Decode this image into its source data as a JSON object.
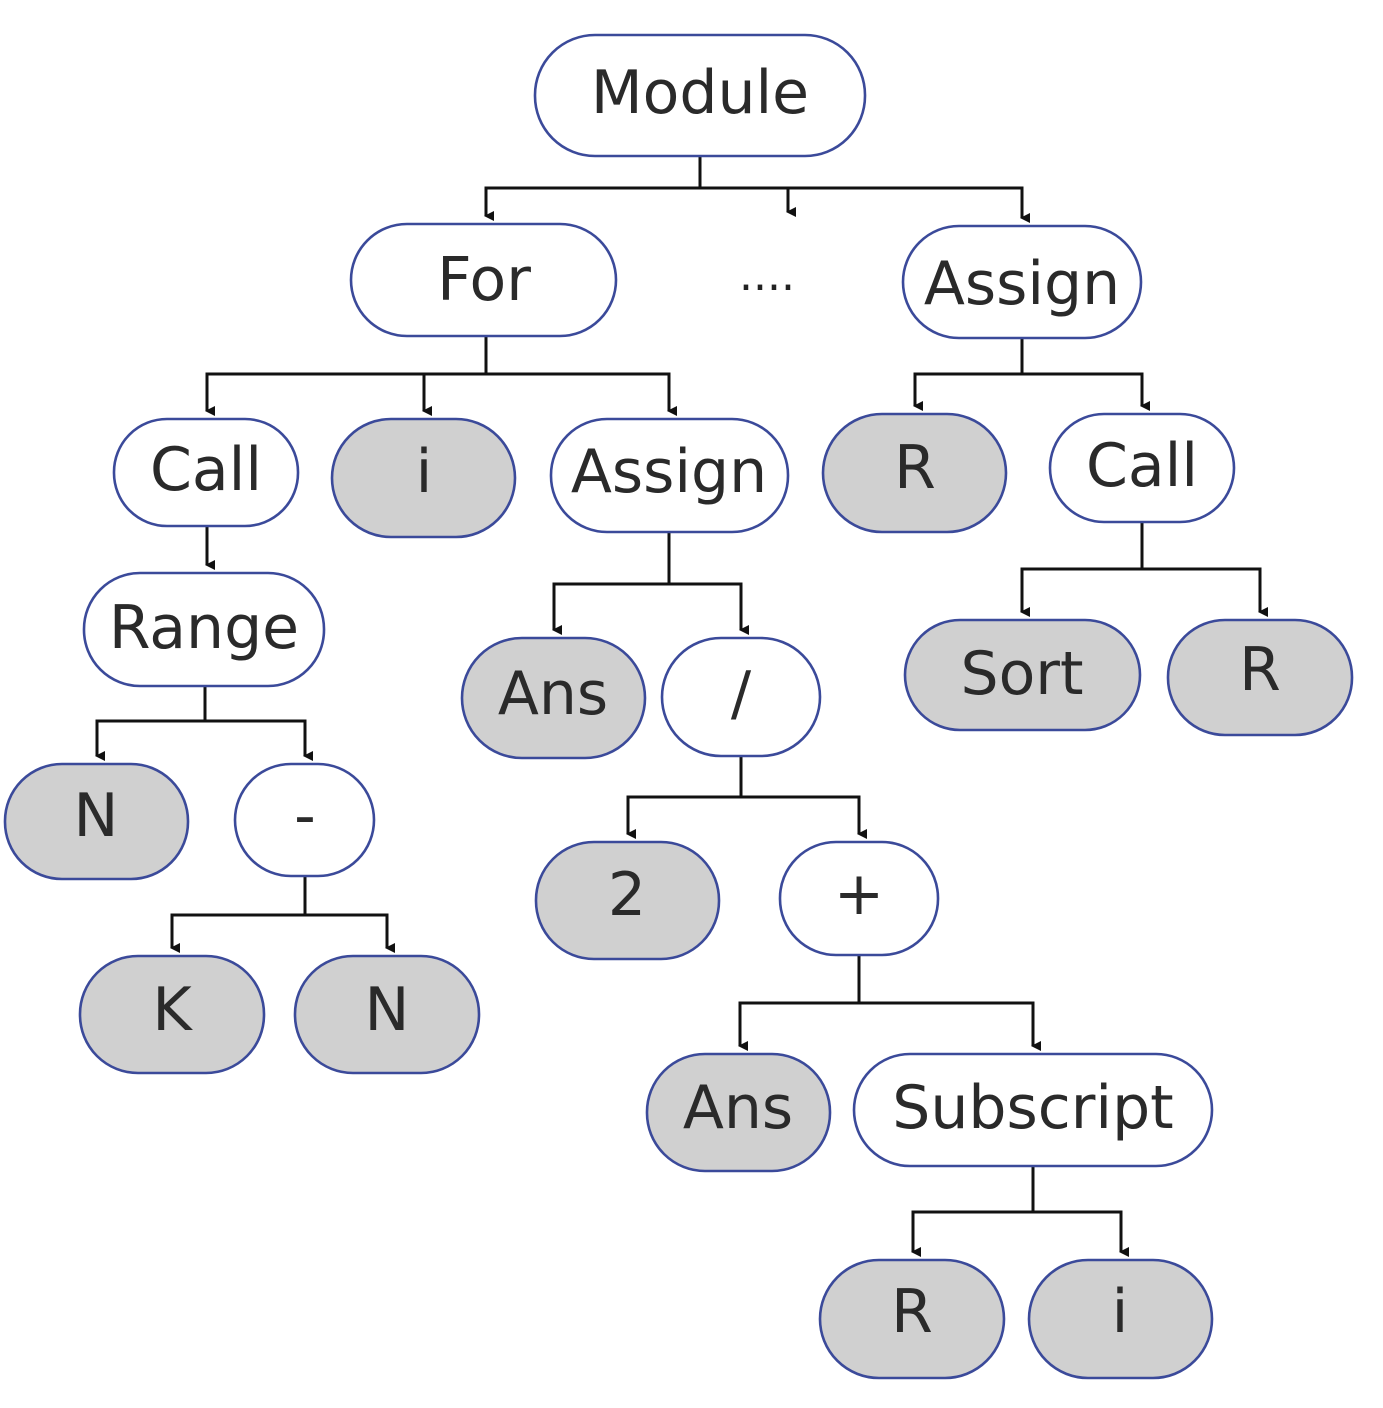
{
  "colors": {
    "leaf_fill": "#d0d0d0",
    "inner_fill": "#ffffff",
    "border": "#3b4a9a",
    "edge": "#111111"
  },
  "ellipsis": "....",
  "nodes": {
    "module": {
      "label": "Module",
      "kind": "inner"
    },
    "for": {
      "label": "For",
      "kind": "inner"
    },
    "assign_top": {
      "label": "Assign",
      "kind": "inner"
    },
    "call_range": {
      "label": "Call",
      "kind": "inner"
    },
    "i_loop": {
      "label": "i",
      "kind": "leaf"
    },
    "assign_inner": {
      "label": "Assign",
      "kind": "inner"
    },
    "r_target": {
      "label": "R",
      "kind": "leaf"
    },
    "call_sort": {
      "label": "Call",
      "kind": "inner"
    },
    "range": {
      "label": "Range",
      "kind": "inner"
    },
    "ans_target": {
      "label": "Ans",
      "kind": "leaf"
    },
    "div": {
      "label": "/",
      "kind": "inner"
    },
    "sort": {
      "label": "Sort",
      "kind": "leaf"
    },
    "r_arg": {
      "label": "R",
      "kind": "leaf"
    },
    "n_first": {
      "label": "N",
      "kind": "leaf"
    },
    "minus": {
      "label": "-",
      "kind": "inner"
    },
    "two": {
      "label": "2",
      "kind": "leaf"
    },
    "plus": {
      "label": "+",
      "kind": "inner"
    },
    "k": {
      "label": "K",
      "kind": "leaf"
    },
    "n_second": {
      "label": "N",
      "kind": "leaf"
    },
    "ans_value": {
      "label": "Ans",
      "kind": "leaf"
    },
    "subscript": {
      "label": "Subscript",
      "kind": "inner"
    },
    "r_sub": {
      "label": "R",
      "kind": "leaf"
    },
    "i_sub": {
      "label": "i",
      "kind": "leaf"
    }
  }
}
